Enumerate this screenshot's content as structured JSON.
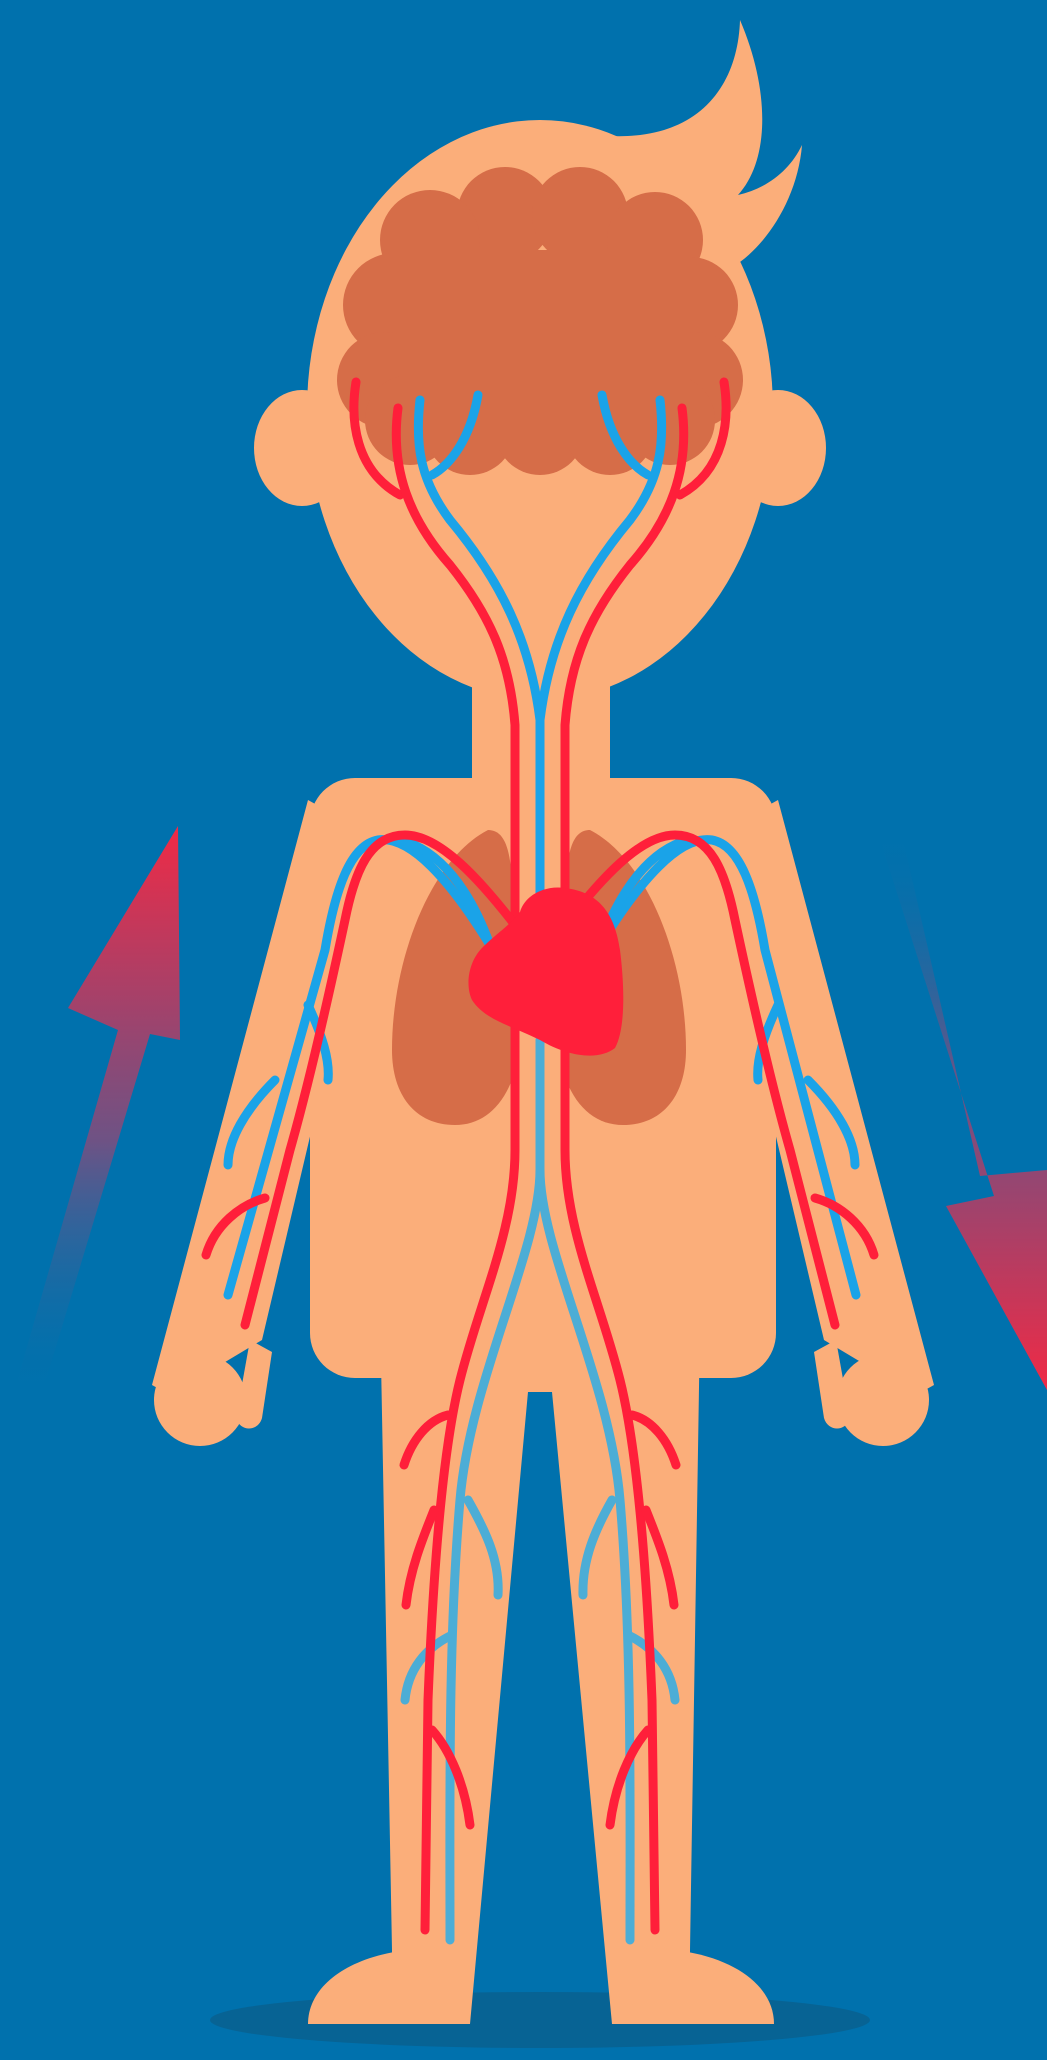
{
  "colors": {
    "background": "#0071ad",
    "skin": "#fbae7a",
    "organs": "#d66d48",
    "arteries": "#ff1f3a",
    "veins_upper": "#1aa3e8",
    "veins_lower": "#4cadd6",
    "arrow_gradient": [
      "#ff1f3a",
      "#0071ad"
    ]
  },
  "elements": {
    "figure": "child-body",
    "arrow_left": "up-arrow",
    "arrow_right": "down-arrow"
  }
}
